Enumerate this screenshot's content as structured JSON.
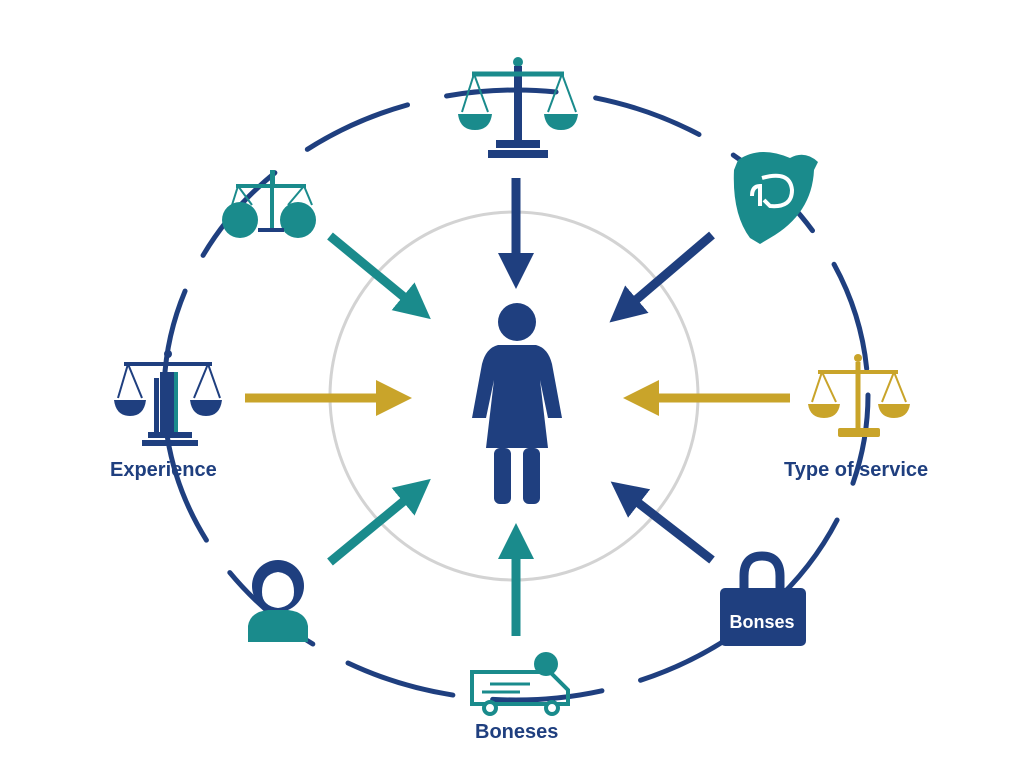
{
  "colors": {
    "navy": "#1f3f7f",
    "teal": "#1a8b8c",
    "gold": "#c9a42a",
    "center_circle": "#d3d3d3",
    "white": "#ffffff"
  },
  "labels": {
    "experience": "Experience",
    "type_of_service": "Type of service",
    "boneses": "Boneses",
    "bonses": "Bonses"
  },
  "icons": {
    "top": "scales-of-justice-icon",
    "top_left": "scales-with-weights-icon",
    "top_right": "shield-icon",
    "left": "scales-with-pillar-icon",
    "right": "scales-icon",
    "bottom_left": "person-avatar-icon",
    "bottom": "delivery-truck-icon",
    "bottom_right": "padlock-icon",
    "center": "woman-figure-icon"
  },
  "arrows": [
    {
      "from": "top",
      "color": "navy"
    },
    {
      "from": "top-right",
      "color": "navy"
    },
    {
      "from": "right",
      "color": "gold"
    },
    {
      "from": "bottom-right",
      "color": "navy"
    },
    {
      "from": "bottom",
      "color": "teal"
    },
    {
      "from": "bottom-left",
      "color": "teal"
    },
    {
      "from": "left",
      "color": "gold"
    },
    {
      "from": "top-left",
      "color": "teal"
    }
  ]
}
